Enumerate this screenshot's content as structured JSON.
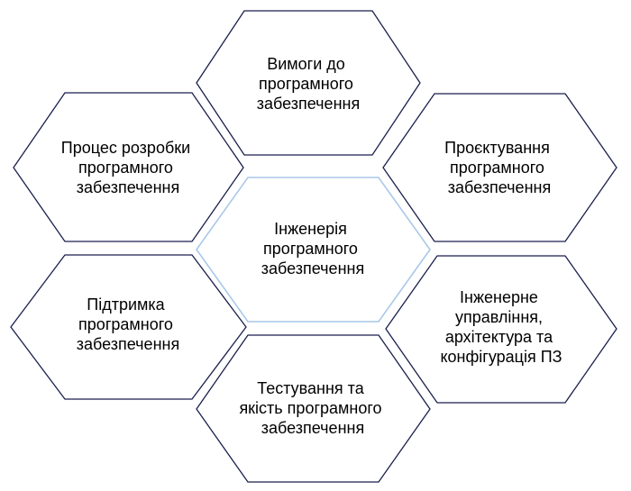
{
  "diagram": {
    "center": {
      "lines": [
        "Інженерія",
        "програмного",
        "забезпечення"
      ]
    },
    "nodes": [
      {
        "id": "top",
        "lines": [
          "Вимоги до",
          "програмного",
          "забезпечення"
        ]
      },
      {
        "id": "upper-left",
        "lines": [
          "Процес розробки",
          "програмного",
          "забезпечення"
        ]
      },
      {
        "id": "upper-right",
        "lines": [
          "Проєктування",
          "програмного",
          "забезпечення"
        ]
      },
      {
        "id": "lower-left",
        "lines": [
          "Підтримка",
          "програмного",
          "забезпечення"
        ]
      },
      {
        "id": "lower-right",
        "lines": [
          "Інженерне",
          "управління,",
          "архітектура та",
          "конфігурація ПЗ"
        ]
      },
      {
        "id": "bottom",
        "lines": [
          "Тестування та",
          "якість програмного",
          "забезпечення"
        ]
      }
    ]
  }
}
